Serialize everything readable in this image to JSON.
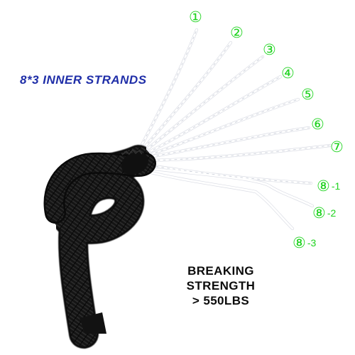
{
  "headline": "8*3 INNER STRANDS",
  "breaking_strength": [
    "BREAKING",
    "STRENGTH",
    "> 550LBS"
  ],
  "strand_labels": [
    {
      "marker": "①",
      "suffix": ""
    },
    {
      "marker": "②",
      "suffix": ""
    },
    {
      "marker": "③",
      "suffix": ""
    },
    {
      "marker": "④",
      "suffix": ""
    },
    {
      "marker": "⑤",
      "suffix": ""
    },
    {
      "marker": "⑥",
      "suffix": ""
    },
    {
      "marker": "⑦",
      "suffix": ""
    },
    {
      "marker": "⑧",
      "suffix": "-1"
    },
    {
      "marker": "⑧",
      "suffix": "-2"
    },
    {
      "marker": "⑧",
      "suffix": "-3"
    }
  ],
  "colors": {
    "label_green": "#1fd31f",
    "headline_blue": "#1f2ea8",
    "cord_black": "#141414",
    "strand_white": "#ffffff"
  }
}
